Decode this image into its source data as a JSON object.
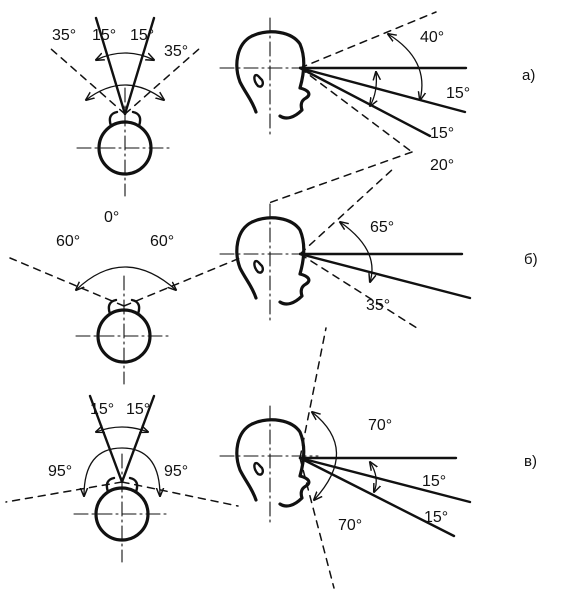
{
  "rows": [
    {
      "row_label": "а)",
      "front_angles": [
        "35°",
        "15°",
        "15°",
        "35°"
      ],
      "side_angles": [
        "40°",
        "15°",
        "15°",
        "20°"
      ]
    },
    {
      "row_label": "б)",
      "front_angles": [
        "60°",
        "0°",
        "60°"
      ],
      "side_angles": [
        "65°",
        "35°"
      ]
    },
    {
      "row_label": "в)",
      "front_angles": [
        "15°",
        "15°",
        "95°",
        "95°"
      ],
      "side_angles": [
        "70°",
        "15°",
        "15°",
        "70°"
      ]
    }
  ],
  "colors": {
    "ink": "#111111",
    "background": "#ffffff"
  }
}
